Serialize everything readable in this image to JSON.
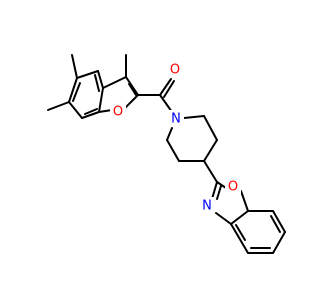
{
  "molecule": {
    "atoms": {
      "carbonyl_oxygen": {
        "symbol": "O",
        "color": "#ff0000"
      },
      "furan_oxygen": {
        "symbol": "O",
        "color": "#ff0000"
      },
      "piperidine_nitrogen": {
        "symbol": "N",
        "color": "#0000ff"
      },
      "oxazole_nitrogen": {
        "symbol": "N",
        "color": "#0000ff"
      },
      "oxazole_oxygen": {
        "symbol": "O",
        "color": "#ff0000"
      }
    },
    "bond_color": "#000000",
    "background": "#ffffff"
  }
}
